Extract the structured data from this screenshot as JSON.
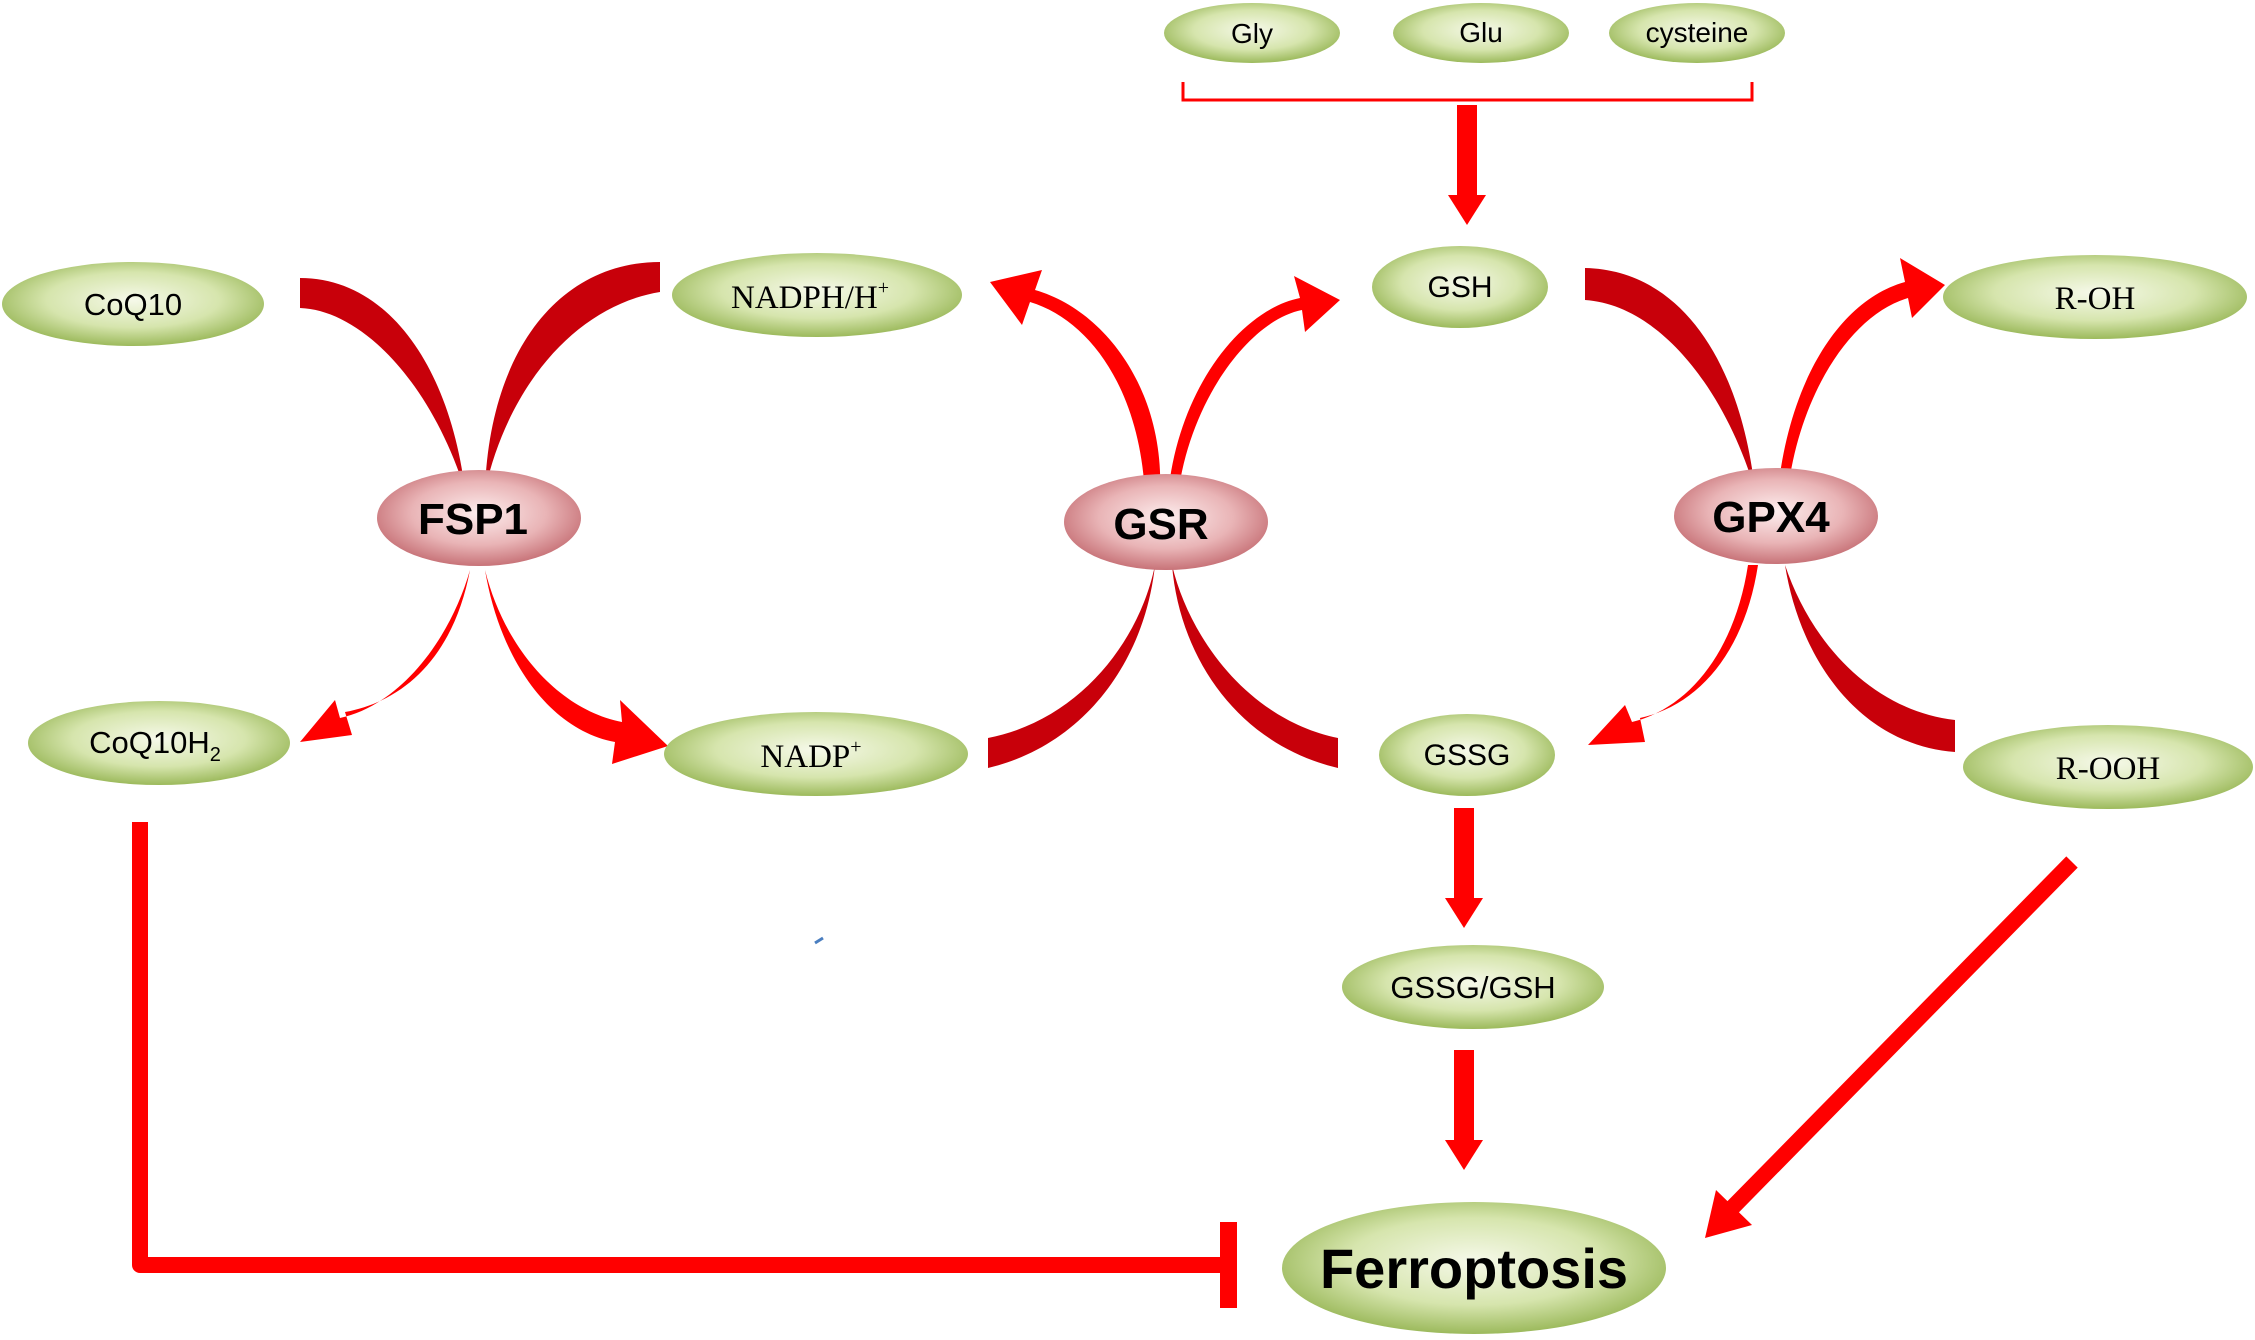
{
  "colors": {
    "arrow_red": "#ff0000",
    "arrow_dark_red": "#c8000a",
    "node_green_dark": "#8fb04a",
    "node_green_light": "#f4f8e6",
    "node_red_dark": "#c0646a",
    "node_red_light": "#fbe6e6",
    "text": "#000000"
  },
  "nodes": {
    "gly": "Gly",
    "glu": "Glu",
    "cysteine": "cysteine",
    "gsh": "GSH",
    "coq10": "CoQ10",
    "nadph": "NADPH/H",
    "nadph_sup": "+",
    "r_oh": "R-OH",
    "coq10h2": "CoQ10H",
    "coq10h2_sub": "2",
    "nadp": "NADP",
    "nadp_sup": "+",
    "gssg": "GSSG",
    "r_ooh": "R-OOH",
    "gssg_gsh": "GSSG/GSH",
    "ferroptosis": "Ferroptosis"
  },
  "enzymes": {
    "fsp1": "FSP1",
    "gsr": "GSR",
    "gpx4": "GPX4"
  }
}
